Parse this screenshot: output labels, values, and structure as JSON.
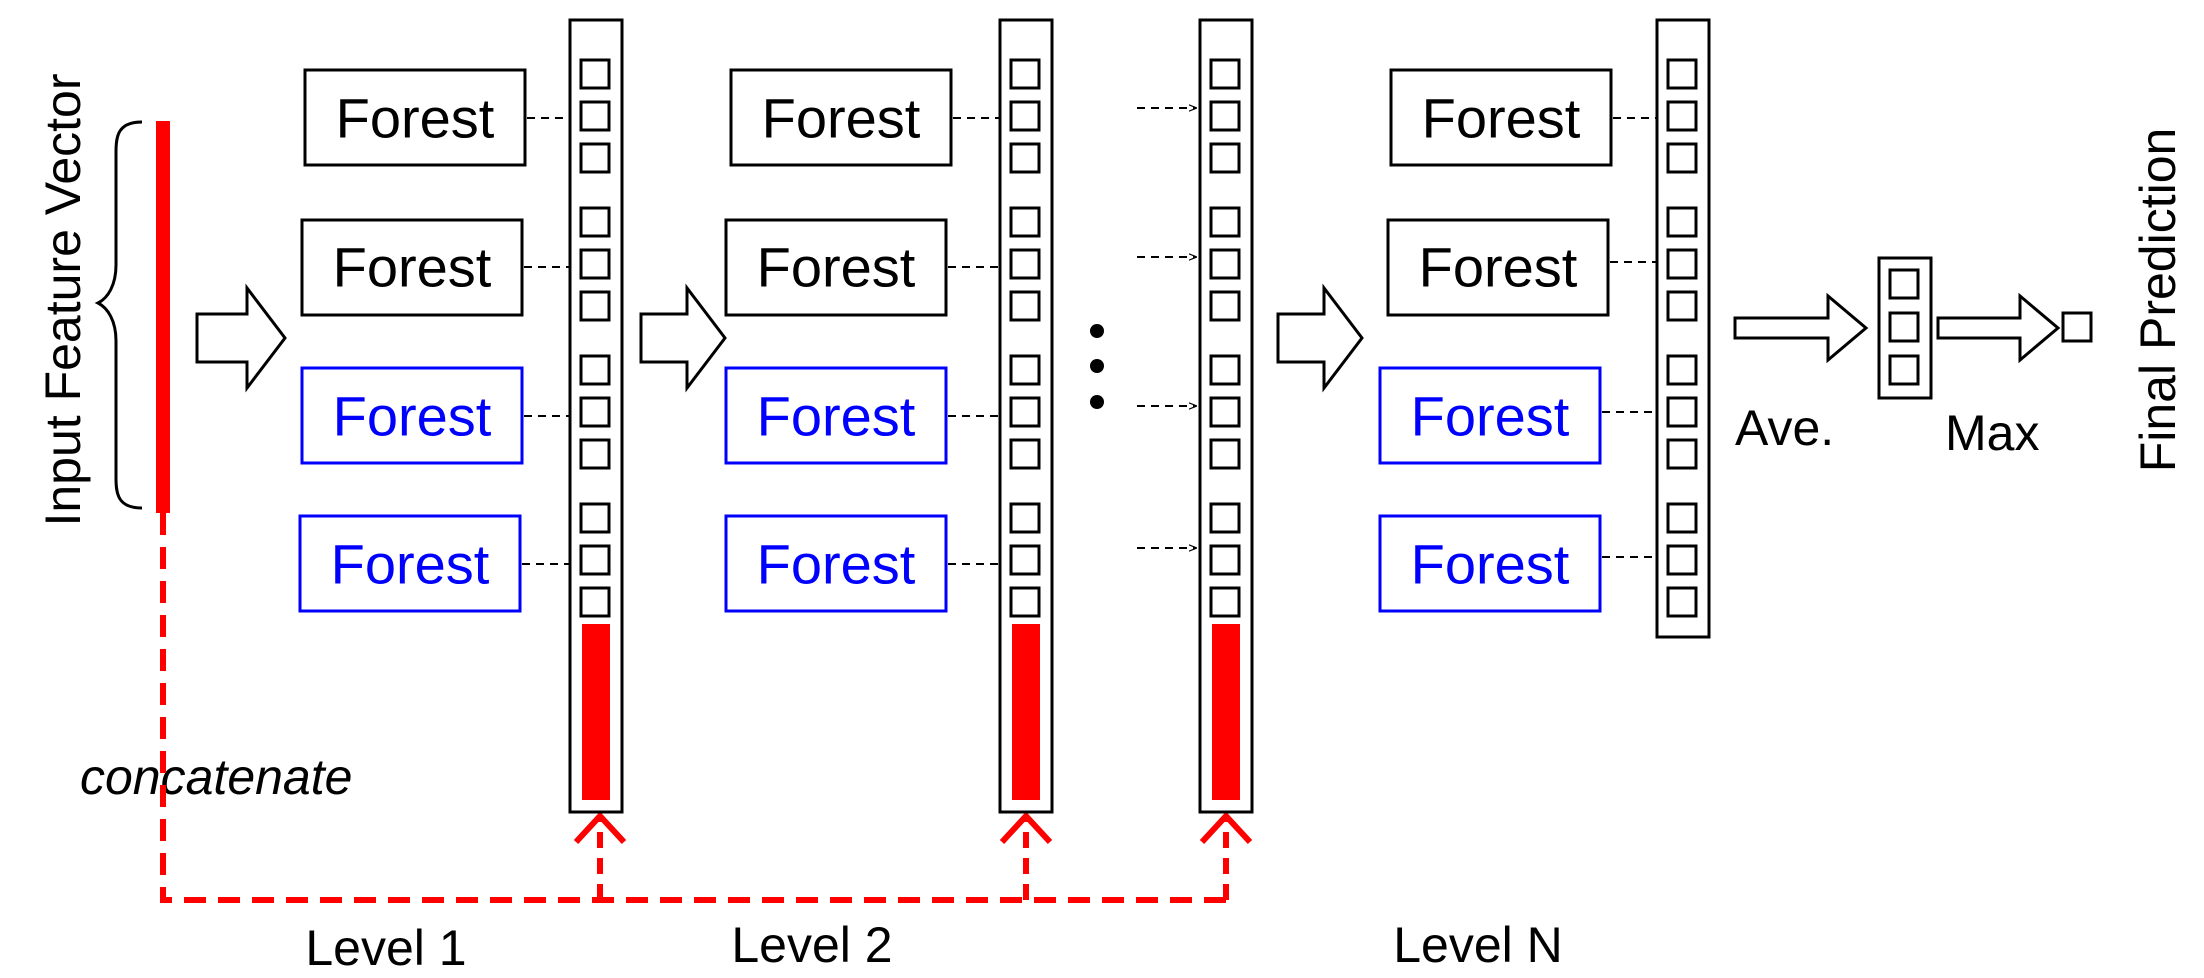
{
  "diagram": {
    "input_label": "Input Feature Vector",
    "concatenate_label": "concatenate",
    "final_label": "Final Prediction",
    "ave_label": "Ave.",
    "max_label": "Max",
    "level_labels": [
      "Level 1",
      "Level 2",
      "Level N"
    ],
    "forest_label": "Forest",
    "colors": {
      "black_forest": "#000000",
      "blue_forest": "#0000ff",
      "concat": "#ff0000"
    }
  }
}
